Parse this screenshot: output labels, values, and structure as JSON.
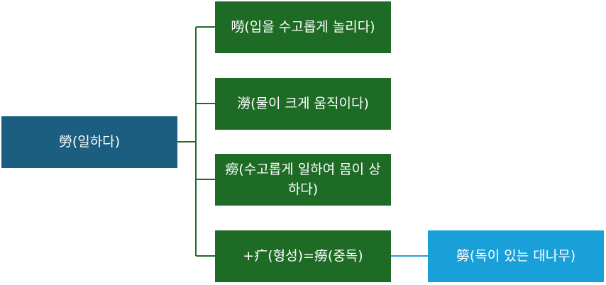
{
  "diagram": {
    "root": {
      "label": "勞(일하다)"
    },
    "children": [
      {
        "label": "嘮(입을 수고롭게 놀리다)"
      },
      {
        "label": "澇(물이 크게 움직이다)"
      },
      {
        "label": "癆(수고롭게 일하여 몸이 상하다)"
      },
      {
        "label": "+疒(형성)=癆(중독)"
      }
    ],
    "leaf": {
      "label": "簩(독이 있는 대나무)"
    },
    "colors": {
      "root": "#1b5e7f",
      "child": "#1e6b26",
      "leaf": "#1aa0d8",
      "line_green": "#1e6b26",
      "line_blue": "#1aa0d8"
    }
  }
}
